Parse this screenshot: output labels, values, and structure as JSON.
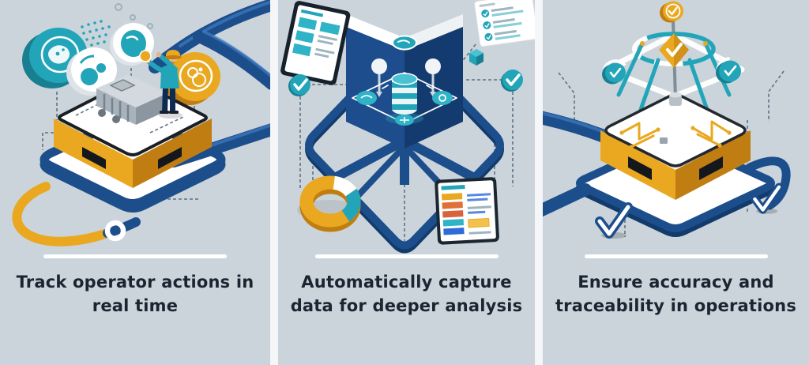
{
  "palette": {
    "panel-bg": "#cbd4db",
    "gap": "#f4f6f7",
    "ink": "#1b2430",
    "navy": "#1d4e8c",
    "navy-dark": "#123a6b",
    "navy-deep": "#0e2c51",
    "navy-light": "#3f7cc0",
    "teal": "#23a5b9",
    "teal-dark": "#177f90",
    "teal-light": "#49c2d4",
    "gold": "#e9a81f",
    "gold-dark": "#c07e12",
    "gold-light": "#f3c24d",
    "white": "#ffffff",
    "machine": "#a8b2bb",
    "dash": "#4a6077",
    "skin": "#e8b48a"
  },
  "panels": [
    {
      "caption_line1": "Track operator actions in",
      "caption_line2": "real time",
      "illustration": "operator-on-industrial-platform",
      "icons": [
        "teal-coin-badge",
        "spotted-coin-badge",
        "ring-coin-badge",
        "gold-coin-badge",
        "halftone-dots",
        "blue-pipe",
        "operator-figure",
        "hard-hat",
        "machine",
        "platform",
        "conveyor-track",
        "conveyor-loop"
      ]
    },
    {
      "caption_line1": "Automatically capture",
      "caption_line2": "data for deeper analysis",
      "illustration": "data-capture-monolith",
      "icons": [
        "checklist-tablet",
        "checklist-card",
        "teal-cube",
        "monolith",
        "database-cylinder",
        "pin-markers",
        "check-badge-left",
        "check-badge-right",
        "diamond-track",
        "donut-chart",
        "report-tablet",
        "growth-arrow"
      ]
    },
    {
      "caption_line1": "Ensure accuracy and",
      "caption_line2": "traceability in operations",
      "illustration": "traceability-platform",
      "icons": [
        "gold-check-coin",
        "wireframe-dome",
        "gold-check-diamond",
        "teal-check-badge-left",
        "teal-check-badge-right",
        "circuit-platform",
        "blue-pipe",
        "glossy-checkmark-left",
        "glossy-checkmark-right"
      ]
    }
  ]
}
